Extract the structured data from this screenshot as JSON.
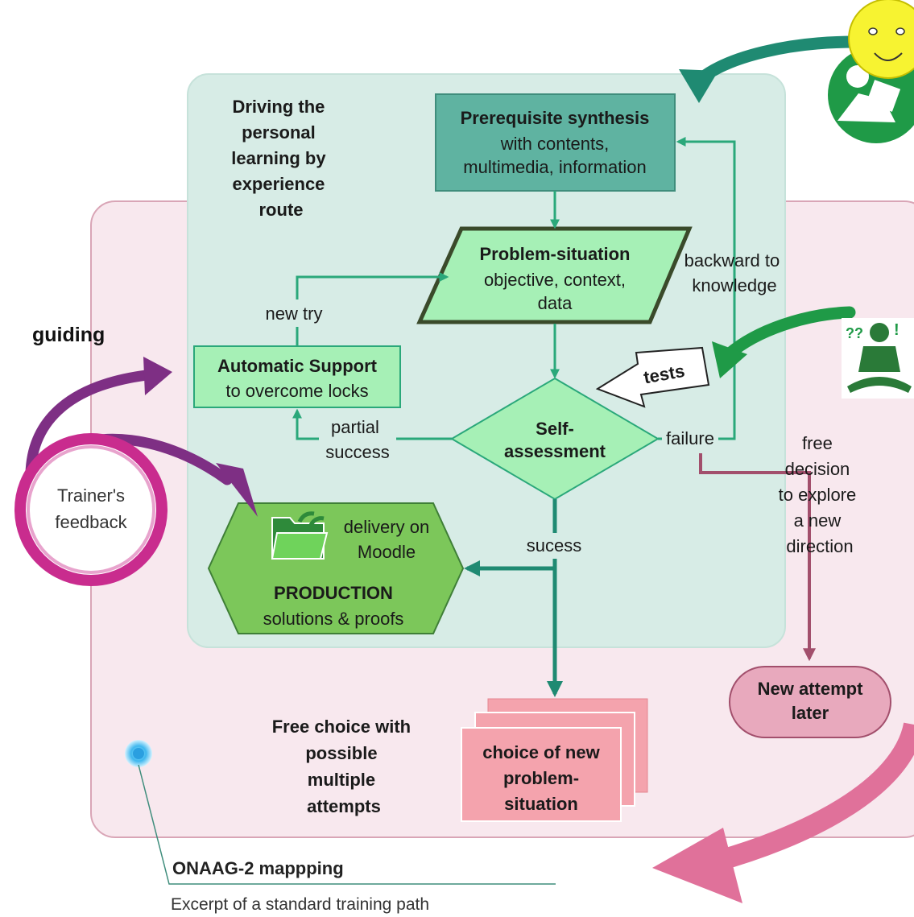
{
  "colors": {
    "teal_panel": "#d7ece6",
    "pink_panel": "#f8e8ee",
    "prereq_box": "#5fb3a1",
    "light_green": "#a6f0b6",
    "production_green": "#7cc75a",
    "arrow_green": "#2aa87a",
    "arrow_dark_teal": "#1f8a72",
    "arrow_mauve": "#a24f6c",
    "pink_card": "#f4a3ad",
    "magenta": "#c92c8e",
    "purple_arrow": "#7e2f84"
  },
  "icons": {
    "learner_reading": "reading-person-icon",
    "smiley": "smiley-face-icon",
    "thinking_person": "thinking-person-icon",
    "folder": "folder-icon",
    "map_pin": "blue-pin-icon"
  },
  "panel": {
    "title_lines": [
      "Driving the",
      "personal",
      "learning by",
      "experience",
      "route"
    ]
  },
  "prereq": {
    "title": "Prerequisite synthesis",
    "line2": "with contents,",
    "line3": "multimedia, information"
  },
  "problem": {
    "title": "Problem-situation",
    "line2": "objective, context,",
    "line3": "data"
  },
  "support": {
    "title": "Automatic Support",
    "line2": "to overcome locks"
  },
  "self": {
    "line1": "Self-",
    "line2": "assessment"
  },
  "production": {
    "delivery1": "delivery on",
    "delivery2": "Moodle",
    "title": "PRODUCTION",
    "line2": "solutions & proofs"
  },
  "labels": {
    "backward1": "backward to",
    "backward2": "knowledge",
    "new_try": "new try",
    "tests": "tests",
    "partial1": "partial",
    "partial2": "success",
    "failure": "failure",
    "free_decision": [
      "free",
      "decision",
      "to explore",
      "a new",
      "direction"
    ],
    "sucess": "sucess",
    "guiding": "guiding",
    "trainer1": "Trainer's",
    "trainer2": "feedback"
  },
  "new_attempt": {
    "line1": "New attempt",
    "line2": "later"
  },
  "choice": {
    "line1": "choice of new",
    "line2": "problem-",
    "line3": "situation"
  },
  "free_choice": {
    "lines": [
      "Free choice with",
      "possible",
      "multiple",
      "attempts"
    ]
  },
  "caption": {
    "title": "ONAAG-2 mappping",
    "subtitle": "Excerpt of a standard training path"
  }
}
